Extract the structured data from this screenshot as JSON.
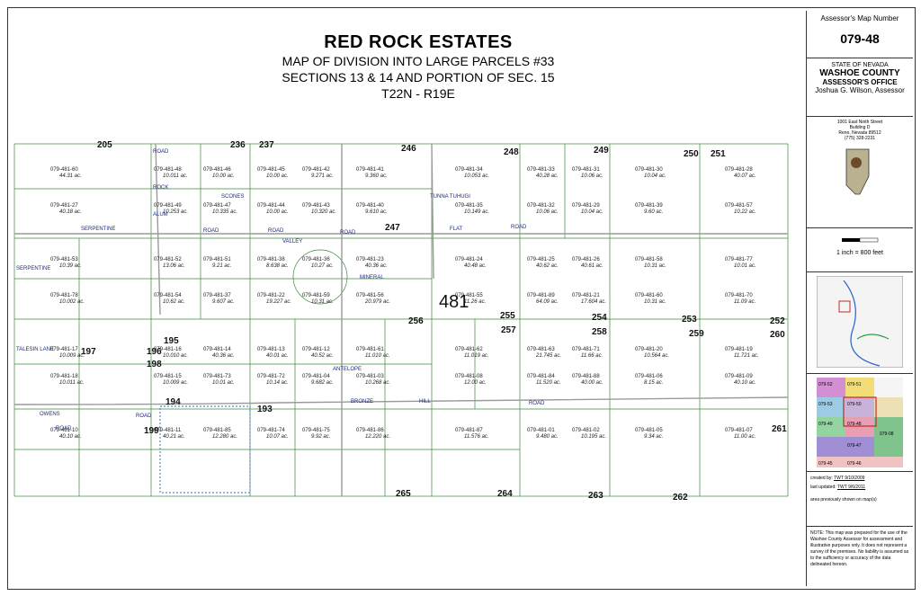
{
  "title": {
    "name": "RED ROCK ESTATES",
    "line2": "MAP OF DIVISION INTO LARGE PARCELS #33",
    "line3": "SECTIONS 13 & 14 AND PORTION OF SEC. 15",
    "line4": "T22N - R19E"
  },
  "sidebar": {
    "map_number_label": "Assessor's Map Number",
    "map_number": "079-48",
    "state": "STATE OF NEVADA",
    "county": "WASHOE COUNTY",
    "office": "ASSESSOR'S OFFICE",
    "assessor": "Joshua G. Wilson, Assessor",
    "address1": "1001 East Ninth Street",
    "address2": "Building D",
    "address3": "Reno, Nevada 89512",
    "phone": "(775) 328-2231",
    "scale": "1 inch = 800 feet",
    "created_label": "created by:",
    "created_value": "TWT 9/10/2009",
    "updated_label": "last updated:",
    "updated_value": "TWT 9/6/2011",
    "area_note": "area previously shown on map(s)",
    "note": "NOTE: This map was prepared for the use of the Washoe County Assessor for assessment and illustrative purposes only. It does not represent a survey of the premises. No liability is assumed as to the sufficiency or accuracy of the data delineated hereon.",
    "index_maps": [
      "079-52",
      "079-51",
      "079-50",
      "079-49",
      "079-48",
      "079-47",
      "079-46",
      "079-45",
      "079-53",
      "079-08"
    ]
  },
  "map": {
    "book": "481",
    "roads": [
      "SERPENTINE",
      "ROAD",
      "FLAT",
      "ROAD",
      "ALUM",
      "ROCK",
      "ROAD",
      "SCONES",
      "ANTELOPE",
      "VALLEY",
      "ROAD",
      "MINERAL",
      "BRONZE",
      "HILL",
      "OWENS",
      "ROAD",
      "TUNNA TUHUGI",
      "TALESIN LANE",
      "SERPENTINE",
      "ROAD",
      "ROAD",
      "ROAD"
    ],
    "sections": [
      "205",
      "236",
      "237",
      "246",
      "248",
      "249",
      "250",
      "251",
      "247",
      "256",
      "255",
      "254",
      "253",
      "252",
      "257",
      "258",
      "259",
      "260",
      "197",
      "196",
      "195",
      "198",
      "194",
      "193",
      "199",
      "261",
      "262",
      "263",
      "264",
      "265"
    ],
    "parcels": [
      {
        "apn": "079-481-60",
        "acres": "44.31 ac."
      },
      {
        "apn": "079-481-48",
        "acres": "10.011 ac."
      },
      {
        "apn": "079-481-46",
        "acres": "10.00 ac."
      },
      {
        "apn": "079-481-45",
        "acres": "10.00 ac."
      },
      {
        "apn": "079-481-42",
        "acres": "9.271 ac."
      },
      {
        "apn": "079-481-41",
        "acres": "9.360 ac."
      },
      {
        "apn": "079-481-34",
        "acres": "10.053 ac."
      },
      {
        "apn": "079-481-33",
        "acres": "40.28 ac."
      },
      {
        "apn": "079-481-31",
        "acres": "10.06 ac."
      },
      {
        "apn": "079-481-30",
        "acres": "10.04 ac."
      },
      {
        "apn": "079-481-28",
        "acres": "40.07 ac."
      },
      {
        "apn": "079-481-27",
        "acres": "40.18 ac."
      },
      {
        "apn": "079-481-49",
        "acres": "10.253 ac."
      },
      {
        "apn": "079-481-47",
        "acres": "10.335 ac."
      },
      {
        "apn": "079-481-44",
        "acres": "10.00 ac."
      },
      {
        "apn": "079-481-43",
        "acres": "10.320 ac."
      },
      {
        "apn": "079-481-40",
        "acres": "9.610 ac."
      },
      {
        "apn": "079-481-35",
        "acres": "10.149 ac."
      },
      {
        "apn": "079-481-32",
        "acres": "10.06 ac."
      },
      {
        "apn": "079-481-29",
        "acres": "10.04 ac."
      },
      {
        "apn": "079-481-39",
        "acres": "9.60 ac."
      },
      {
        "apn": "079-481-57",
        "acres": "10.22 ac."
      },
      {
        "apn": "079-481-53",
        "acres": "10.39 ac."
      },
      {
        "apn": "079-481-52",
        "acres": "13.06 ac."
      },
      {
        "apn": "079-481-51",
        "acres": "9.21 ac."
      },
      {
        "apn": "079-481-38",
        "acres": "8.638 ac."
      },
      {
        "apn": "079-481-36",
        "acres": "10.27 ac."
      },
      {
        "apn": "079-481-23",
        "acres": "40.36 ac."
      },
      {
        "apn": "079-481-24",
        "acres": "40.48 ac."
      },
      {
        "apn": "079-481-25",
        "acres": "40.62 ac."
      },
      {
        "apn": "079-481-26",
        "acres": "40.61 ac."
      },
      {
        "apn": "079-481-58",
        "acres": "10.31 ac."
      },
      {
        "apn": "079-481-77",
        "acres": "10.01 ac."
      },
      {
        "apn": "079-481-78",
        "acres": "10.002 ac."
      },
      {
        "apn": "079-481-54",
        "acres": "10.62 ac."
      },
      {
        "apn": "079-481-37",
        "acres": "9.607 ac."
      },
      {
        "apn": "079-481-22",
        "acres": "19.227 ac."
      },
      {
        "apn": "079-481-59",
        "acres": "10.31 ac."
      },
      {
        "apn": "079-481-56",
        "acres": "20.979 ac."
      },
      {
        "apn": "079-481-55",
        "acres": "11.26 ac."
      },
      {
        "apn": "079-481-89",
        "acres": "64.09 ac."
      },
      {
        "apn": "079-481-21",
        "acres": "17.604 ac."
      },
      {
        "apn": "079-481-60",
        "acres": "10.31 ac."
      },
      {
        "apn": "079-481-70",
        "acres": "11.09 ac."
      },
      {
        "apn": "079-481-17",
        "acres": "10.009 ac."
      },
      {
        "apn": "079-481-16",
        "acres": "10.010 ac."
      },
      {
        "apn": "079-481-14",
        "acres": "40.36 ac."
      },
      {
        "apn": "079-481-13",
        "acres": "40.01 ac."
      },
      {
        "apn": "079-481-12",
        "acres": "40.52 ac."
      },
      {
        "apn": "079-481-61",
        "acres": "11.010 ac."
      },
      {
        "apn": "079-481-62",
        "acres": "11.019 ac."
      },
      {
        "apn": "079-481-63",
        "acres": "21.745 ac."
      },
      {
        "apn": "079-481-71",
        "acres": "11.66 ac."
      },
      {
        "apn": "079-481-20",
        "acres": "10.564 ac."
      },
      {
        "apn": "079-481-19",
        "acres": "11.721 ac."
      },
      {
        "apn": "079-481-18",
        "acres": "10.011 ac."
      },
      {
        "apn": "079-481-15",
        "acres": "10.009 ac."
      },
      {
        "apn": "079-481-73",
        "acres": "10.01 ac."
      },
      {
        "apn": "079-481-72",
        "acres": "10.14 ac."
      },
      {
        "apn": "079-481-04",
        "acres": "9.682 ac."
      },
      {
        "apn": "079-481-03",
        "acres": "10.268 ac."
      },
      {
        "apn": "079-481-08",
        "acres": "12.00 ac."
      },
      {
        "apn": "079-481-84",
        "acres": "11.520 ac."
      },
      {
        "apn": "079-481-88",
        "acres": "40.00 ac."
      },
      {
        "apn": "079-481-06",
        "acres": "8.15 ac."
      },
      {
        "apn": "079-481-09",
        "acres": "40.10 ac."
      },
      {
        "apn": "079-481-10",
        "acres": "40.10 ac."
      },
      {
        "apn": "079-481-11",
        "acres": "40.21 ac."
      },
      {
        "apn": "079-481-85",
        "acres": "12.280 ac."
      },
      {
        "apn": "079-481-74",
        "acres": "10.07 ac."
      },
      {
        "apn": "079-481-75",
        "acres": "9.92 ac."
      },
      {
        "apn": "079-481-86",
        "acres": "12.220 ac."
      },
      {
        "apn": "079-481-87",
        "acres": "11.576 ac."
      },
      {
        "apn": "079-481-01",
        "acres": "9.480 ac."
      },
      {
        "apn": "079-481-02",
        "acres": "10.195 ac."
      },
      {
        "apn": "079-481-05",
        "acres": "9.34 ac."
      },
      {
        "apn": "079-481-07",
        "acres": "11.00 ac."
      }
    ]
  }
}
